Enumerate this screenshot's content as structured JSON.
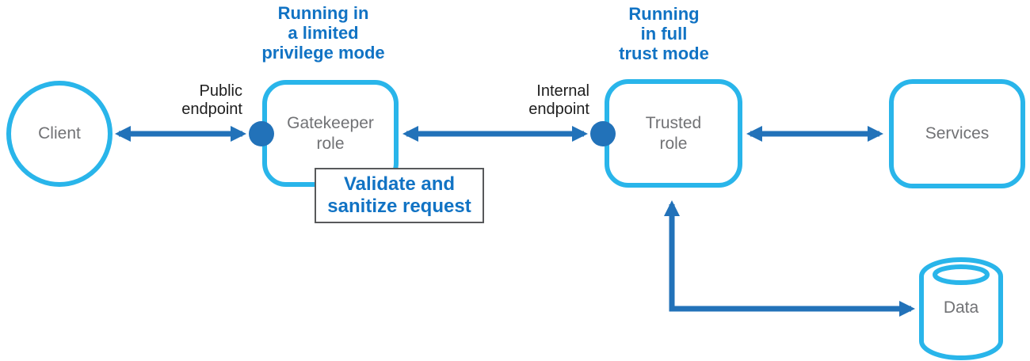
{
  "diagram": {
    "name": "gatekeeper-pattern",
    "background": "#ffffff"
  },
  "colors": {
    "node_border_cyan": "#29b5ea",
    "arrow_blue": "#2272b9",
    "heading_blue": "#1173c4",
    "node_text_gray": "#717275",
    "endpoint_text": "#1e1e1e",
    "note_border_gray": "#58595b"
  },
  "nodes": {
    "client": {
      "label": "Client",
      "shape": "circle"
    },
    "gatekeeper": {
      "label": "Gatekeeper\nrole",
      "shape": "rounded-rect"
    },
    "trusted": {
      "label": "Trusted\nrole",
      "shape": "rounded-rect"
    },
    "services": {
      "label": "Services",
      "shape": "rounded-rect"
    },
    "data": {
      "label": "Data",
      "shape": "cylinder"
    }
  },
  "annotations": {
    "gatekeeper_mode": "Running in\na limited\nprivilege mode",
    "trusted_mode": "Running\nin full\ntrust mode",
    "public_endpoint": "Public\nendpoint",
    "internal_endpoint": "Internal\nendpoint",
    "note": "Validate and\nsanitize request"
  },
  "connections": [
    {
      "from": "client",
      "to": "gatekeeper",
      "type": "bidirectional",
      "via": "public endpoint"
    },
    {
      "from": "gatekeeper",
      "to": "trusted",
      "type": "bidirectional",
      "via": "internal endpoint"
    },
    {
      "from": "trusted",
      "to": "services",
      "type": "bidirectional"
    },
    {
      "from": "trusted",
      "to": "data",
      "type": "bidirectional"
    }
  ]
}
